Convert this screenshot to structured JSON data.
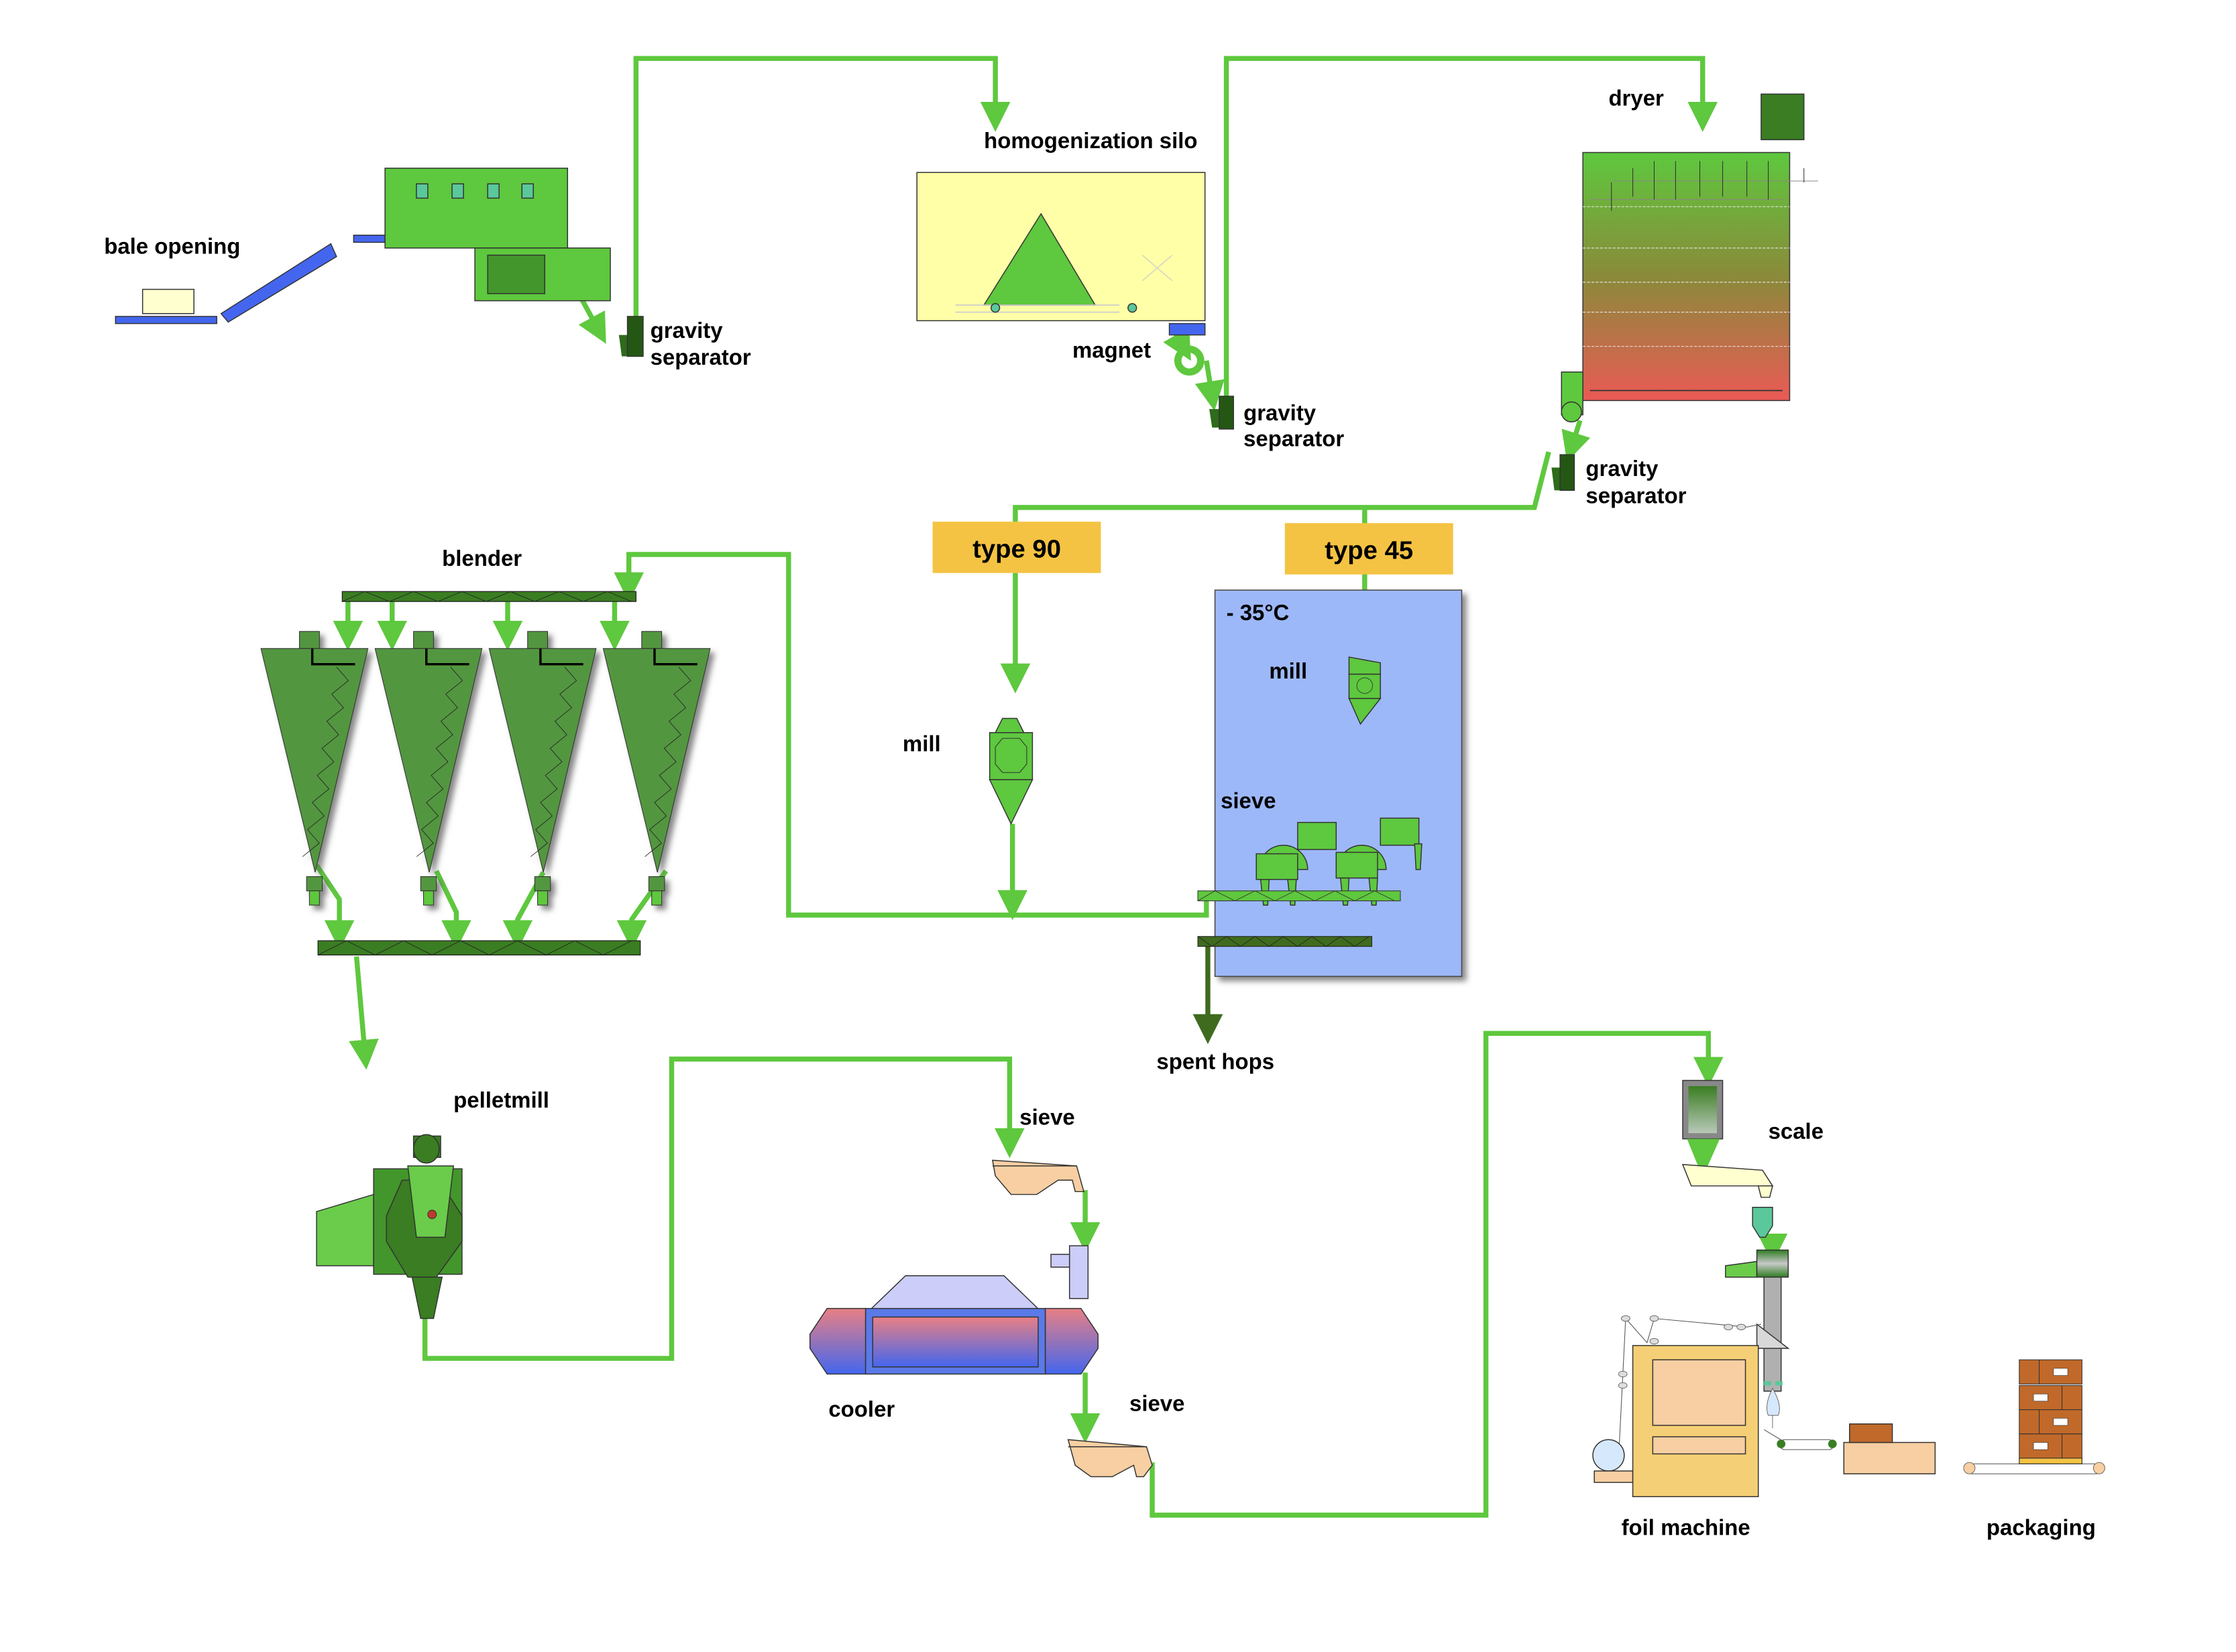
{
  "title": "Hop pellet production process flow",
  "colors": {
    "flow_line": "#5ec83e",
    "waste_line": "#3f6b1e",
    "equipment_green": "#5ec83e",
    "equipment_dark_green": "#3a7d22",
    "conveyor_blue": "#4466ee",
    "silo_background": "#ffffa8",
    "cold_room": "#9db8f8",
    "type_badge": "#f4c343",
    "sieve_tan": "#f7cfa2",
    "box_brown": "#c0692a",
    "foil_machine": "#f5cf75"
  },
  "labels": {
    "bale_opening": "bale opening",
    "gravity_separator_1_line1": "gravity",
    "gravity_separator_1_line2": "separator",
    "homogenization_silo": "homogenization silo",
    "magnet": "magnet",
    "gravity_separator_2_line1": "gravity",
    "gravity_separator_2_line2": "separator",
    "dryer": "dryer",
    "gravity_separator_3_line1": "gravity",
    "gravity_separator_3_line2": "separator",
    "blender": "blender",
    "type_90": "type 90",
    "type_45": "type 45",
    "cold_room_temp": "- 35°C",
    "mill_type90": "mill",
    "mill_type45": "mill",
    "sieve_cold": "sieve",
    "spent_hops": "spent hops",
    "pelletmill": "pelletmill",
    "sieve_top": "sieve",
    "cooler": "cooler",
    "sieve_bottom": "sieve",
    "scale": "scale",
    "foil_machine": "foil machine",
    "packaging": "packaging"
  },
  "process_steps": [
    "bale opening",
    "gravity separator",
    "homogenization silo",
    "magnet",
    "gravity separator",
    "dryer",
    "gravity separator",
    "type 90 / type 45",
    "mill",
    "sieve (- 35°C)",
    "spent hops",
    "blender",
    "pelletmill",
    "sieve",
    "cooler",
    "sieve",
    "scale",
    "foil machine",
    "packaging"
  ]
}
